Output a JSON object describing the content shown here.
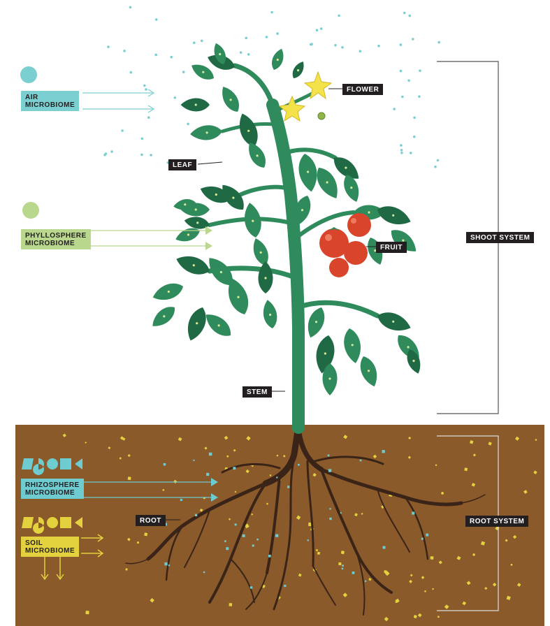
{
  "labels": {
    "air_microbiome": [
      "AIR",
      "MICROBIOME"
    ],
    "phyllosphere_microbiome": [
      "PHYLLOSPHERE",
      "MICROBIOME"
    ],
    "rhizosphere_microbiome": [
      "RHIZOSPHERE",
      "MICROBIOME"
    ],
    "soil_microbiome": [
      "SOIL",
      "MICROBIOME"
    ],
    "flower": "FLOWER",
    "leaf": "LEAF",
    "fruit": "FRUIT",
    "stem": "STEM",
    "root": "ROOT",
    "shoot_system": "SHOOT SYSTEM",
    "root_system": "ROOT SYSTEM"
  },
  "colors": {
    "air": "#7ccfd0",
    "phyllosphere": "#b9d88e",
    "rhizosphere": "#6ecbd0",
    "soil_microbe": "#e3d23e",
    "soil": "#8a5a2b",
    "leaf": "#2f8a5c",
    "leaf_dark": "#1f6a45",
    "stem": "#2f8a5c",
    "fruit": "#d9452b",
    "flower": "#f3e24a",
    "root": "#3a2418",
    "bracket": "#555555"
  }
}
